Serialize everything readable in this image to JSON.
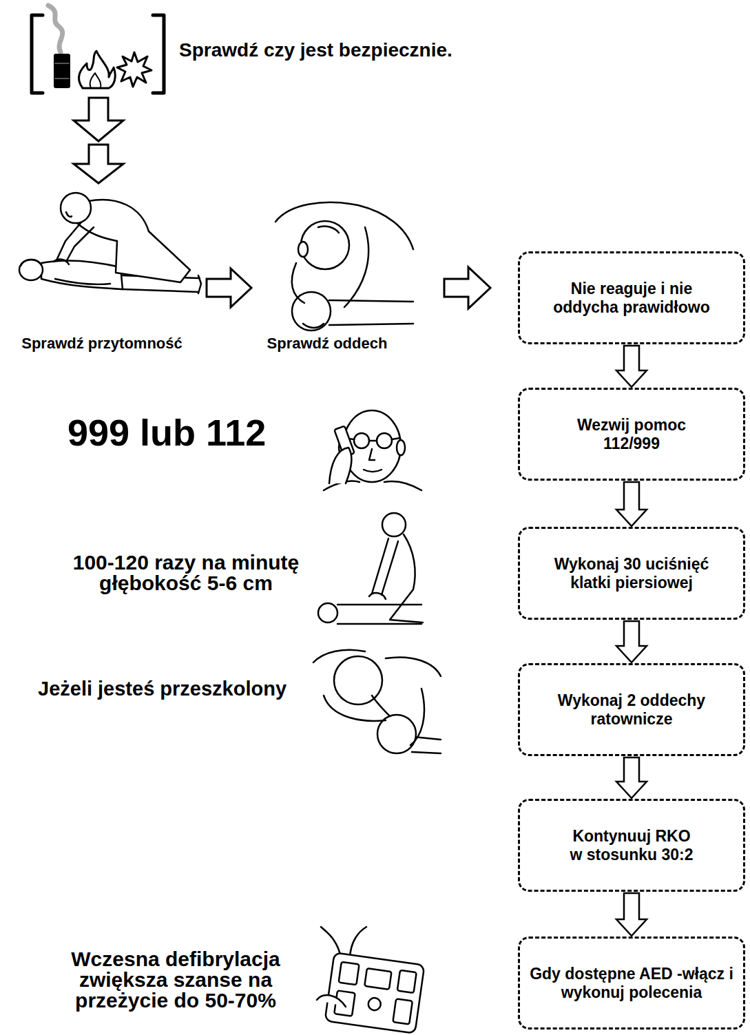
{
  "diagram": {
    "nodes": [
      {
        "text": [
          "Nie reaguje i nie oddycha prawidłowo"
        ]
      },
      {
        "text": [
          "Wezwij pomoc 112/999"
        ]
      },
      {
        "text": [
          "Wykonaj 30 uciśnięć klatki piersiowej"
        ]
      },
      {
        "text": [
          "Wykonaj 2 oddechy ratownicze"
        ]
      },
      {
        "text": [
          "Kontynuuj RKO w stosunku 30:2"
        ]
      },
      {
        "text": [
          "Gdy dostępne AED -włącz i wykonuj polecenia"
        ]
      }
    ],
    "edges": [
      {
        "from": 0,
        "to": 1,
        "arrow": "to"
      },
      {
        "from": 1,
        "to": 2,
        "arrow": "to"
      },
      {
        "from": 2,
        "to": 3,
        "arrow": "to"
      },
      {
        "from": 3,
        "to": 4,
        "arrow": "to"
      },
      {
        "from": 4,
        "to": 5,
        "arrow": "to"
      }
    ],
    "labels": [
      "Sprawdź czy jest bezpiecznie.",
      "Sprawdź przytomność",
      "Sprawdź oddech",
      "999 lub 112",
      "100-120 razy na minutę głębokość 5-6 cm",
      "Jeżeli jesteś przeszkolony",
      "Wczesna defibrylacja zwiększa szanse na przeżycie do 50-70%"
    ]
  }
}
